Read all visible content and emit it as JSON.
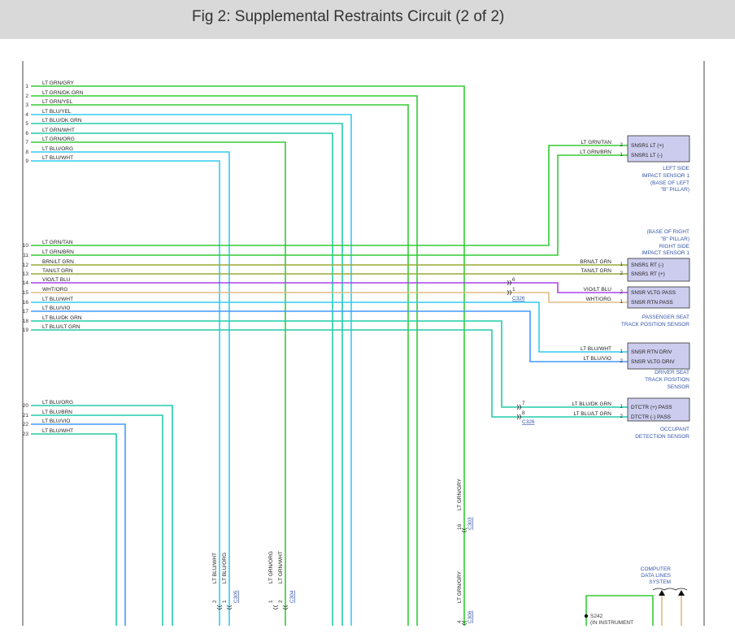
{
  "title": "Fig 2: Supplemental Restraints Circuit (2 of 2)",
  "colors": {
    "green": "#33cc33",
    "teal": "#22ccaa",
    "cyan": "#33ccee",
    "blue": "#4499ff",
    "purple": "#aa44ee",
    "tan": "#ddbb88",
    "olive": "#99aa33",
    "component": "#ccccee"
  },
  "left_wires": [
    {
      "num": "1",
      "label": "LT GRN/GRY"
    },
    {
      "num": "2",
      "label": "LT GRN/DK GRN"
    },
    {
      "num": "3",
      "label": "LT GRN/YEL"
    },
    {
      "num": "4",
      "label": "LT BLU/YEL"
    },
    {
      "num": "5",
      "label": "LT BLU/DK GRN"
    },
    {
      "num": "6",
      "label": "LT GRN/WHT"
    },
    {
      "num": "7",
      "label": "LT GRN/ORG"
    },
    {
      "num": "8",
      "label": "LT BLU/ORG"
    },
    {
      "num": "9",
      "label": "LT BLU/WHT"
    },
    {
      "num": "10",
      "label": "LT GRN/TAN"
    },
    {
      "num": "11",
      "label": "LT GRN/BRN"
    },
    {
      "num": "12",
      "label": "BRN/LT GRN"
    },
    {
      "num": "13",
      "label": "TAN/LT GRN"
    },
    {
      "num": "14",
      "label": "VIO/LT BLU"
    },
    {
      "num": "15",
      "label": "WHT/ORG"
    },
    {
      "num": "16",
      "label": "LT BLU/WHT"
    },
    {
      "num": "17",
      "label": "LT BLU/VIO"
    },
    {
      "num": "18",
      "label": "LT BLU/DK GRN"
    },
    {
      "num": "19",
      "label": "LT BLU/LT GRN"
    },
    {
      "num": "20",
      "label": "LT BLU/ORG"
    },
    {
      "num": "21",
      "label": "LT BLU/BRN"
    },
    {
      "num": "22",
      "label": "LT BLU/VIO"
    },
    {
      "num": "23",
      "label": "LT BLU/WHT"
    }
  ],
  "components": [
    {
      "pins": [
        {
          "num": "2",
          "label": "SNSR1 LT (+)",
          "wire": "LT GRN/TAN"
        },
        {
          "num": "1",
          "label": "SNSR1 LT (-)",
          "wire": "LT GRN/BRN"
        }
      ],
      "caption": [
        "LEFT SIDE",
        "IMPACT SENSOR 1",
        "(BASE OF LEFT",
        "\"B\" PILLAR)"
      ]
    },
    {
      "pins": [
        {
          "num": "1",
          "label": "SNSR1 RT (-)",
          "wire": "BRN/LT GRN"
        },
        {
          "num": "2",
          "label": "SNSR1 RT (+)",
          "wire": "TAN/LT GRN"
        }
      ],
      "caption": [
        "(BASE OF RIGHT",
        "\"B\" PILLAR)",
        "RIGHT SIDE",
        "IMPACT SENSOR 1"
      ]
    },
    {
      "pins": [
        {
          "num": "2",
          "label": "SNSR VLTG PASS",
          "wire": "VIO/LT BLU"
        },
        {
          "num": "1",
          "label": "SNSR RTN PASS",
          "wire": "WHT/ORG"
        }
      ],
      "caption": [
        "PASSENGER SEAT",
        "TRACK POSITION SENSOR"
      ]
    },
    {
      "pins": [
        {
          "num": "1",
          "label": "SNSR RTN DRIV",
          "wire": "LT BLU/WHT"
        },
        {
          "num": "2",
          "label": "SNSR VLTG DRIV",
          "wire": "LT BLU/VIO"
        }
      ],
      "caption": [
        "DRIVER SEAT",
        "TRACK POSITION",
        "SENSOR"
      ]
    },
    {
      "pins": [
        {
          "num": "1",
          "label": "DTCTR (+) PASS",
          "wire": "LT BLU/DK GRN"
        },
        {
          "num": "2",
          "label": "DTCTR (-) PASS",
          "wire": "LT BLU/LT GRN"
        }
      ],
      "caption": [
        "OCCUPANT",
        "DETECTION SENSOR"
      ]
    }
  ],
  "connectors": {
    "c326a": {
      "name": "C326",
      "pins": [
        "6",
        "1"
      ]
    },
    "c326b": {
      "name": "C326",
      "pins": [
        "7",
        "8"
      ]
    },
    "c305": {
      "name": "C305",
      "pins": [
        "2",
        "1"
      ]
    },
    "c304": {
      "name": "C304",
      "pins": [
        "1",
        "2"
      ]
    },
    "c303": {
      "name": "C303",
      "pin": "16"
    },
    "c306": {
      "name": "C306",
      "pin": "4"
    }
  },
  "vertical_labels": {
    "ltbluwht": "LT BLU/WHT",
    "ltbluorg": "LT BLU/ORG",
    "ltgrnorg": "LT GRN/ORG",
    "ltgrnwht": "LT GRN/WHT",
    "ltgrngry_a": "LT GRN/GRY",
    "ltgrngry_b": "LT GRN/GRY"
  },
  "splice": {
    "name": "S242",
    "note": "(IN INSTRUMENT"
  },
  "computer": {
    "lines": [
      "COMPUTER",
      "DATA LINES",
      "SYSTEM"
    ]
  }
}
